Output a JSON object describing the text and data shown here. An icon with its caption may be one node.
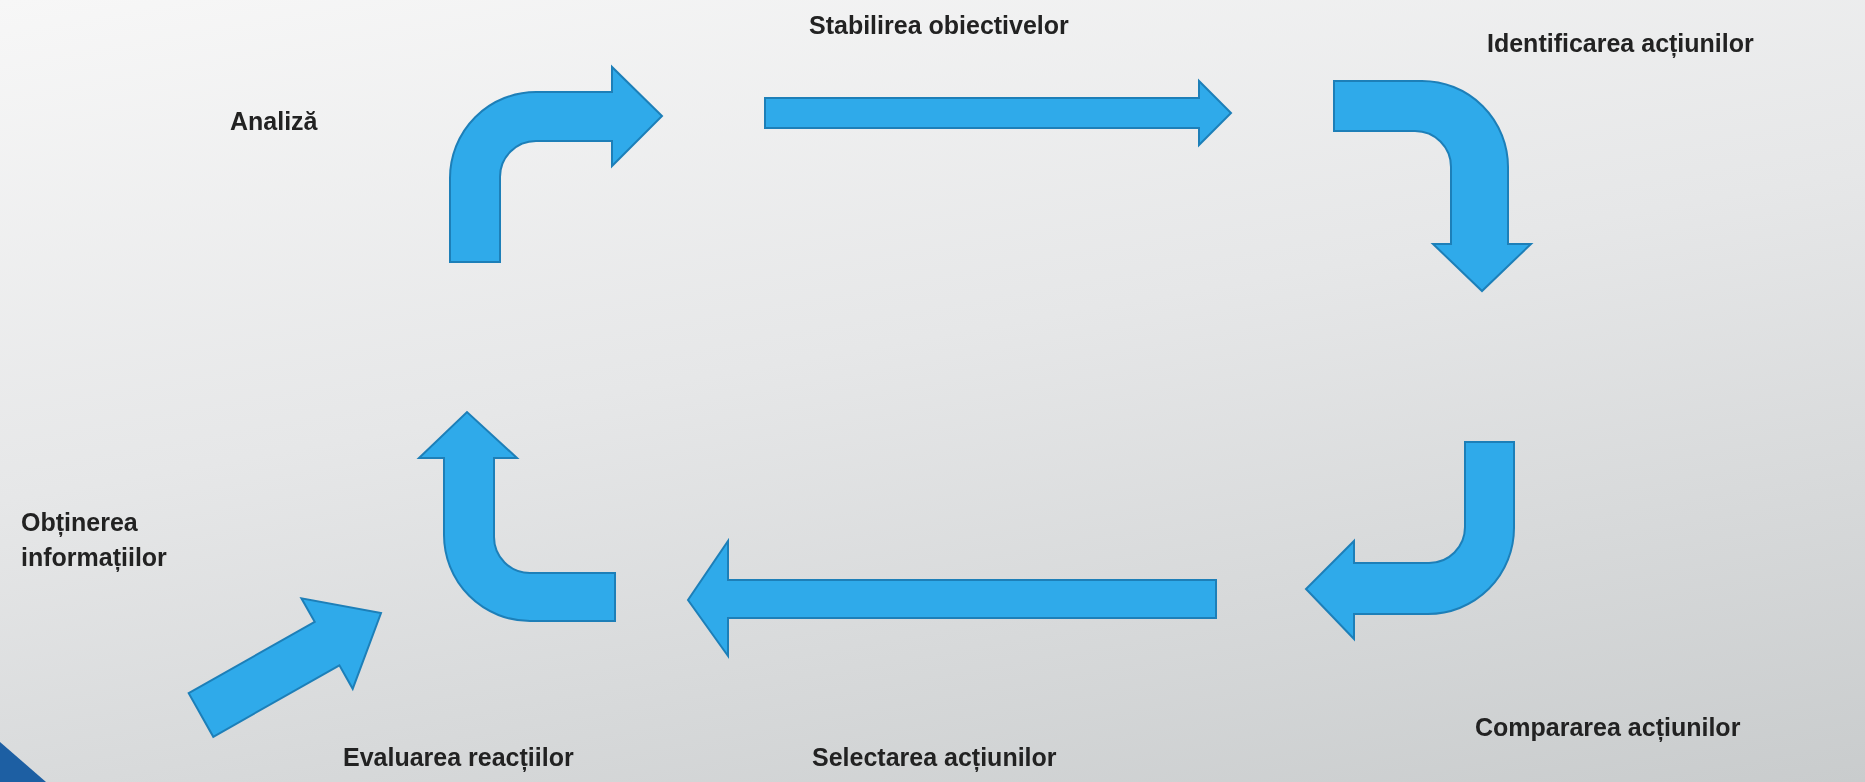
{
  "diagram": {
    "labels": [
      "Stabilirea obiectivelor",
      "Identificarea acțiunilor",
      "Analiză",
      "Obținerea informațiilor",
      "Compararea acțiunilor",
      "Evaluarea reacțiilor",
      "Selectarea acțiunilor"
    ]
  }
}
